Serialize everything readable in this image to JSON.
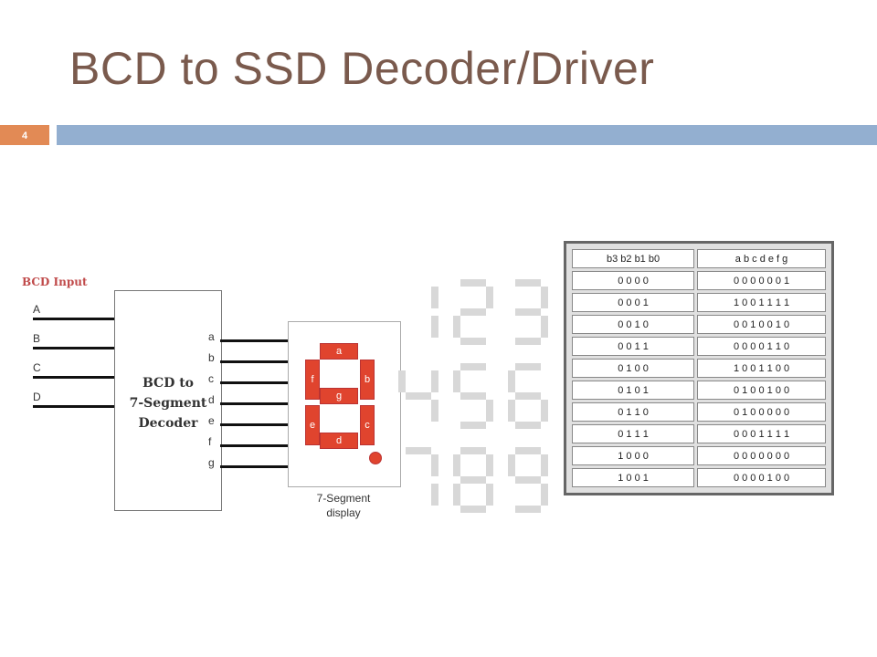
{
  "slide": {
    "title": "BCD to SSD Decoder/Driver",
    "page_number": "4"
  },
  "diagram": {
    "bcd_input_label": "BCD Input",
    "inputs": [
      "A",
      "B",
      "C",
      "D"
    ],
    "decoder_label": "BCD to\n7-Segment\nDecoder",
    "outputs": [
      "a",
      "b",
      "c",
      "d",
      "e",
      "f",
      "g"
    ],
    "segment_labels": [
      "a",
      "b",
      "c",
      "d",
      "e",
      "f",
      "g"
    ],
    "display_caption": "7-Segment\ndisplay",
    "segment_color": "#e0442e",
    "faded_digits": [
      "1",
      "2",
      "3",
      "4",
      "5",
      "6",
      "7",
      "8",
      "9"
    ]
  },
  "truth_table": {
    "headers": [
      "b3 b2 b1 b0",
      "a b c d e f g"
    ],
    "rows": [
      [
        "0 0 0 0",
        "0 0 0 0 0 0 1"
      ],
      [
        "0 0 0 1",
        "1 0 0 1 1 1 1"
      ],
      [
        "0 0 1 0",
        "0 0 1 0 0 1 0"
      ],
      [
        "0 0 1 1",
        "0 0 0 0 1 1 0"
      ],
      [
        "0 1 0 0",
        "1 0 0 1 1 0 0"
      ],
      [
        "0 1 0 1",
        "0 1 0 0 1 0 0"
      ],
      [
        "0 1 1 0",
        "0 1 0 0 0 0 0"
      ],
      [
        "0 1 1 1",
        "0 0 0 1 1 1 1"
      ],
      [
        "1 0 0 0",
        "0 0 0 0 0 0 0"
      ],
      [
        "1 0 0 1",
        "0 0 0 0 1 0 0"
      ]
    ]
  },
  "colors": {
    "title": "#7a5a4d",
    "page_box": "#e28a55",
    "title_bar": "#93afd0"
  }
}
